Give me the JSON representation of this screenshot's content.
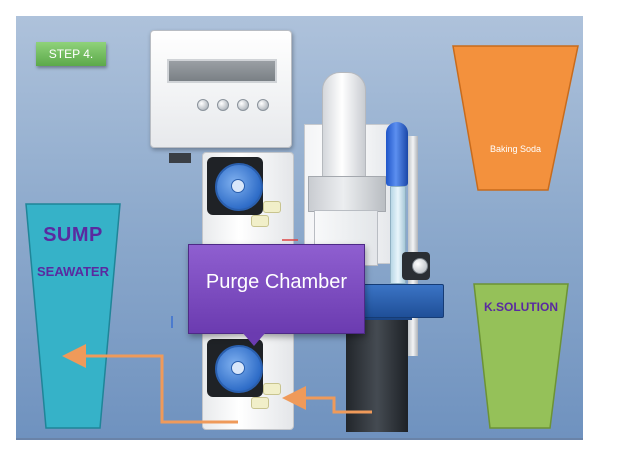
{
  "step": {
    "label": "STEP 4."
  },
  "containers": {
    "baking_soda": {
      "label": "Baking Soda",
      "color": "#f3913d"
    },
    "sump": {
      "title": "SUMP",
      "subtitle": "SEAWATER",
      "color": "#36b2c8"
    },
    "k_solution": {
      "label": "K.SOLUTION",
      "color": "#95c159"
    }
  },
  "callout": {
    "label": "Purge Chamber",
    "color": "#7b4bc0"
  },
  "colors": {
    "arrow": "#ef9a5a",
    "background": "#9fb7d6"
  }
}
